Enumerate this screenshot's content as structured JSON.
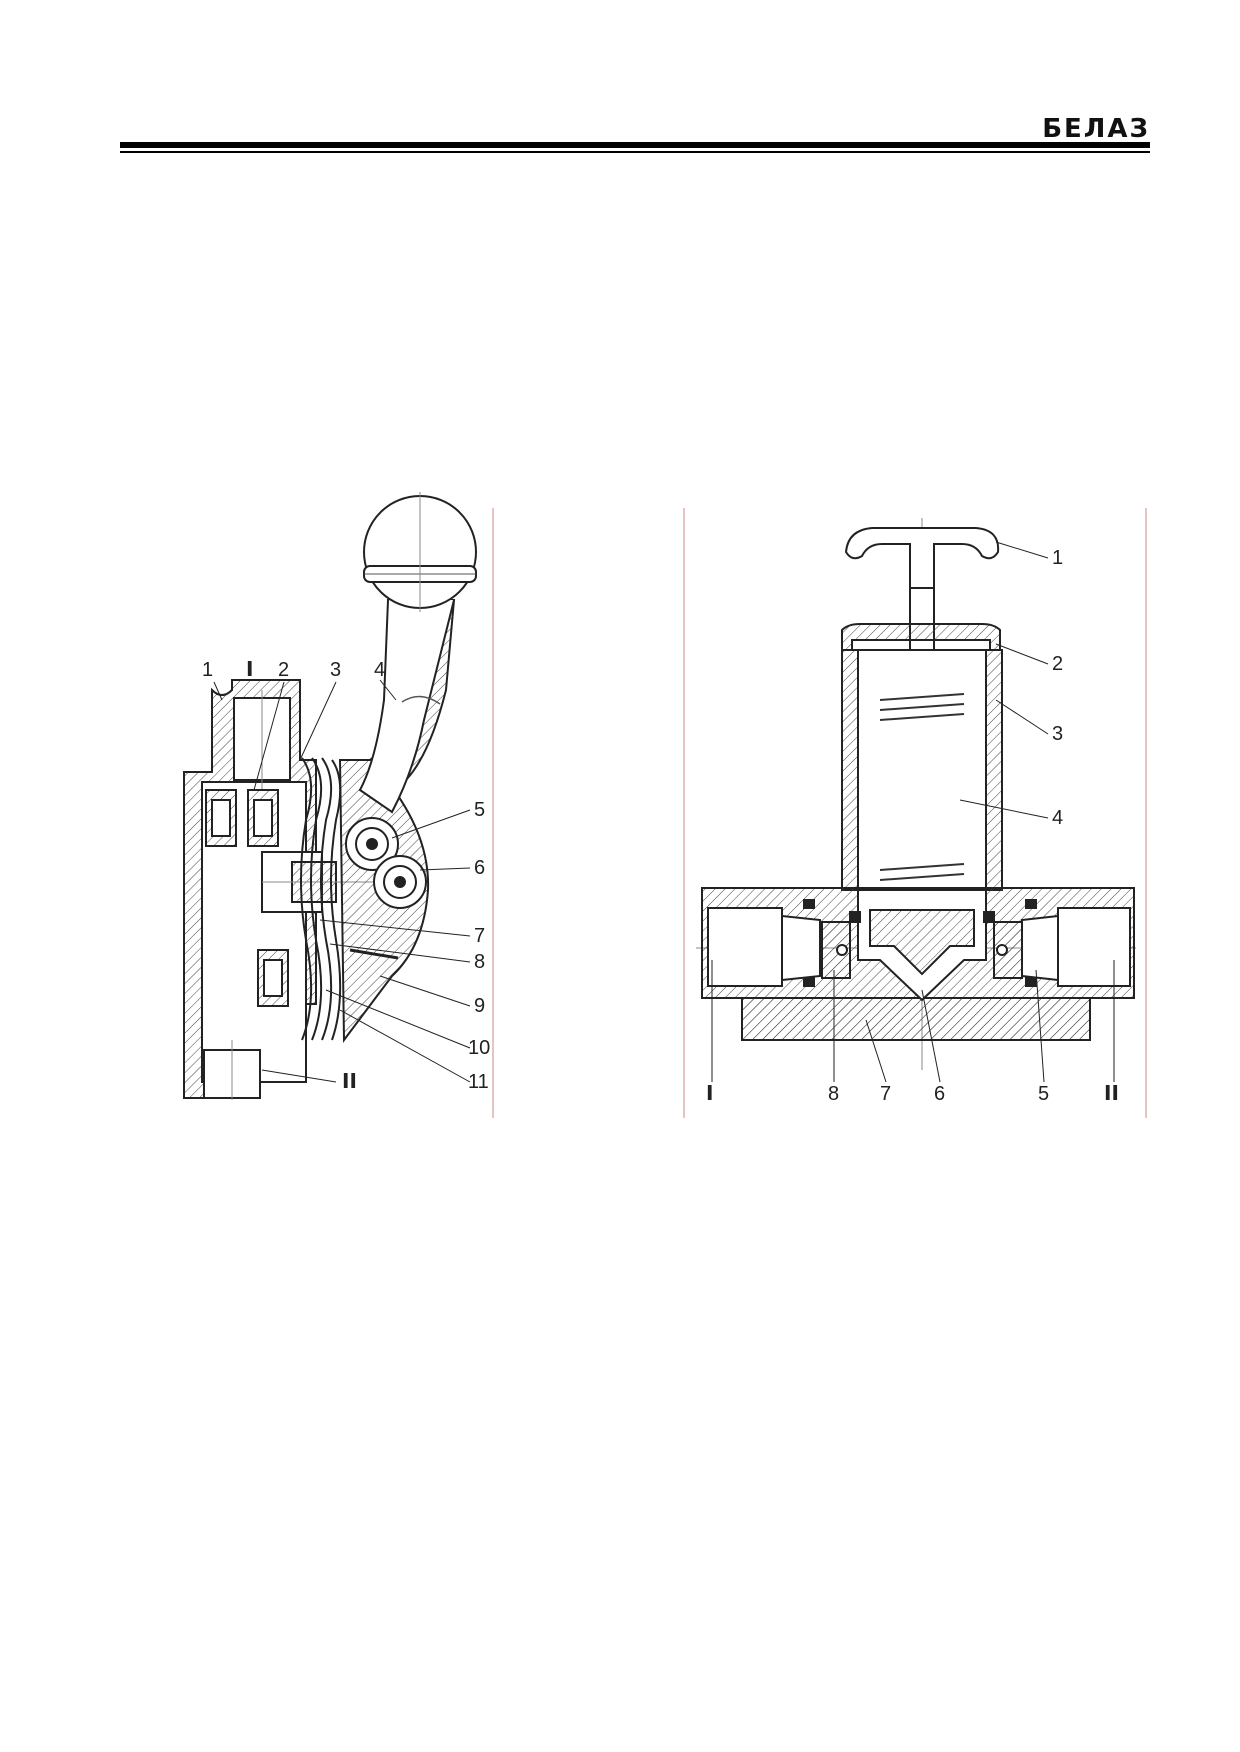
{
  "header": {
    "brand": "БЕЛАЗ"
  },
  "left_figure": {
    "labels": [
      "1",
      "I",
      "2",
      "3",
      "4",
      "5",
      "6",
      "7",
      "8",
      "9",
      "10",
      "11",
      "II"
    ]
  },
  "right_figure": {
    "labels": [
      "1",
      "2",
      "3",
      "4",
      "I",
      "8",
      "7",
      "6",
      "5",
      "II"
    ]
  }
}
